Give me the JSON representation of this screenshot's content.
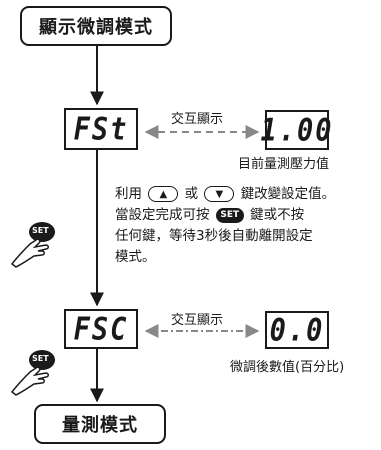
{
  "start_box": {
    "label": "顯示微調模式"
  },
  "end_box": {
    "label": "量測模式"
  },
  "step1": {
    "display_left": "FSt",
    "exchange_label": "交互顯示",
    "display_right": "1.00",
    "right_caption": "目前量測壓力值"
  },
  "instructions": {
    "line1_a": "利用",
    "line1_b": "或",
    "line1_c": "鍵改變設定值。",
    "line2_a": "當設定完成可按",
    "line2_b": "鍵或不按",
    "line3": "任何鍵，等待3秒後自動離開設定",
    "line4": "模式。",
    "up_symbol": "▲",
    "down_symbol": "▼",
    "set_label": "SET"
  },
  "step2": {
    "display_left": "FSC",
    "exchange_label": "交互顯示",
    "display_right": "0.0",
    "right_caption": "微調後數值(百分比)"
  },
  "hands": {
    "set_label": "SET"
  }
}
